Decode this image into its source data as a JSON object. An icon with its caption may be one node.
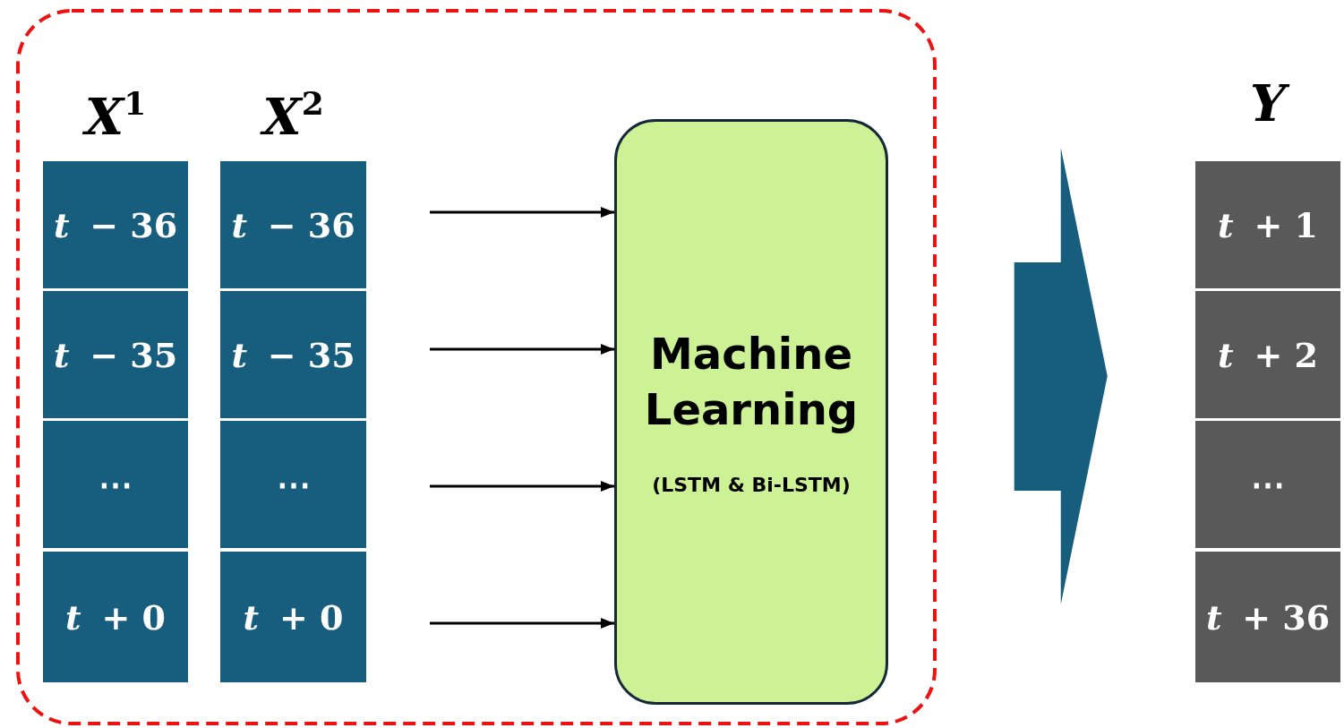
{
  "diagram": {
    "nodes": [
      {
        "text": [],
        "shape": "box"
      },
      {
        "text": [
          "*X*$^{1}$"
        ],
        "in": 0
      },
      {
        "text": [
          "*t* − 36"
        ],
        "in": 1
      },
      {
        "text": [
          "*t* − 35"
        ],
        "in": 1
      },
      {
        "text": [
          "⋯"
        ],
        "in": 1
      },
      {
        "text": [
          "*t* + 0"
        ],
        "in": 1
      },
      {
        "text": [
          "*X*$^{2}$"
        ],
        "in": 0
      },
      {
        "text": [
          "*t* − 36"
        ],
        "in": 6
      },
      {
        "text": [
          "*t* − 35"
        ],
        "in": 6
      },
      {
        "text": [
          "⋯"
        ],
        "in": 6
      },
      {
        "text": [
          "*t* + 0"
        ],
        "in": 6
      },
      {
        "text": [
          "Machine Learning",
          "(LSTM & Bi-LSTM)"
        ],
        "in": 0
      },
      {
        "text": [
          "*Y*"
        ]
      },
      {
        "text": [
          "*t* + 1"
        ],
        "in": 12
      },
      {
        "text": [
          "*t* + 2"
        ],
        "in": 12
      },
      {
        "text": [
          "⋯"
        ],
        "in": 12
      },
      {
        "text": [
          "*t* + 36"
        ],
        "in": 12
      }
    ],
    "edges": [
      {
        "from": null,
        "to": 11,
        "arrow": "to"
      },
      {
        "from": null,
        "to": 11,
        "arrow": "to"
      },
      {
        "from": null,
        "to": 11,
        "arrow": "to"
      },
      {
        "from": null,
        "to": 11,
        "arrow": "to"
      },
      {
        "from": 0,
        "to": 12,
        "arrow": "to",
        "style": "thick",
        "color": "#175d7e"
      }
    ]
  }
}
